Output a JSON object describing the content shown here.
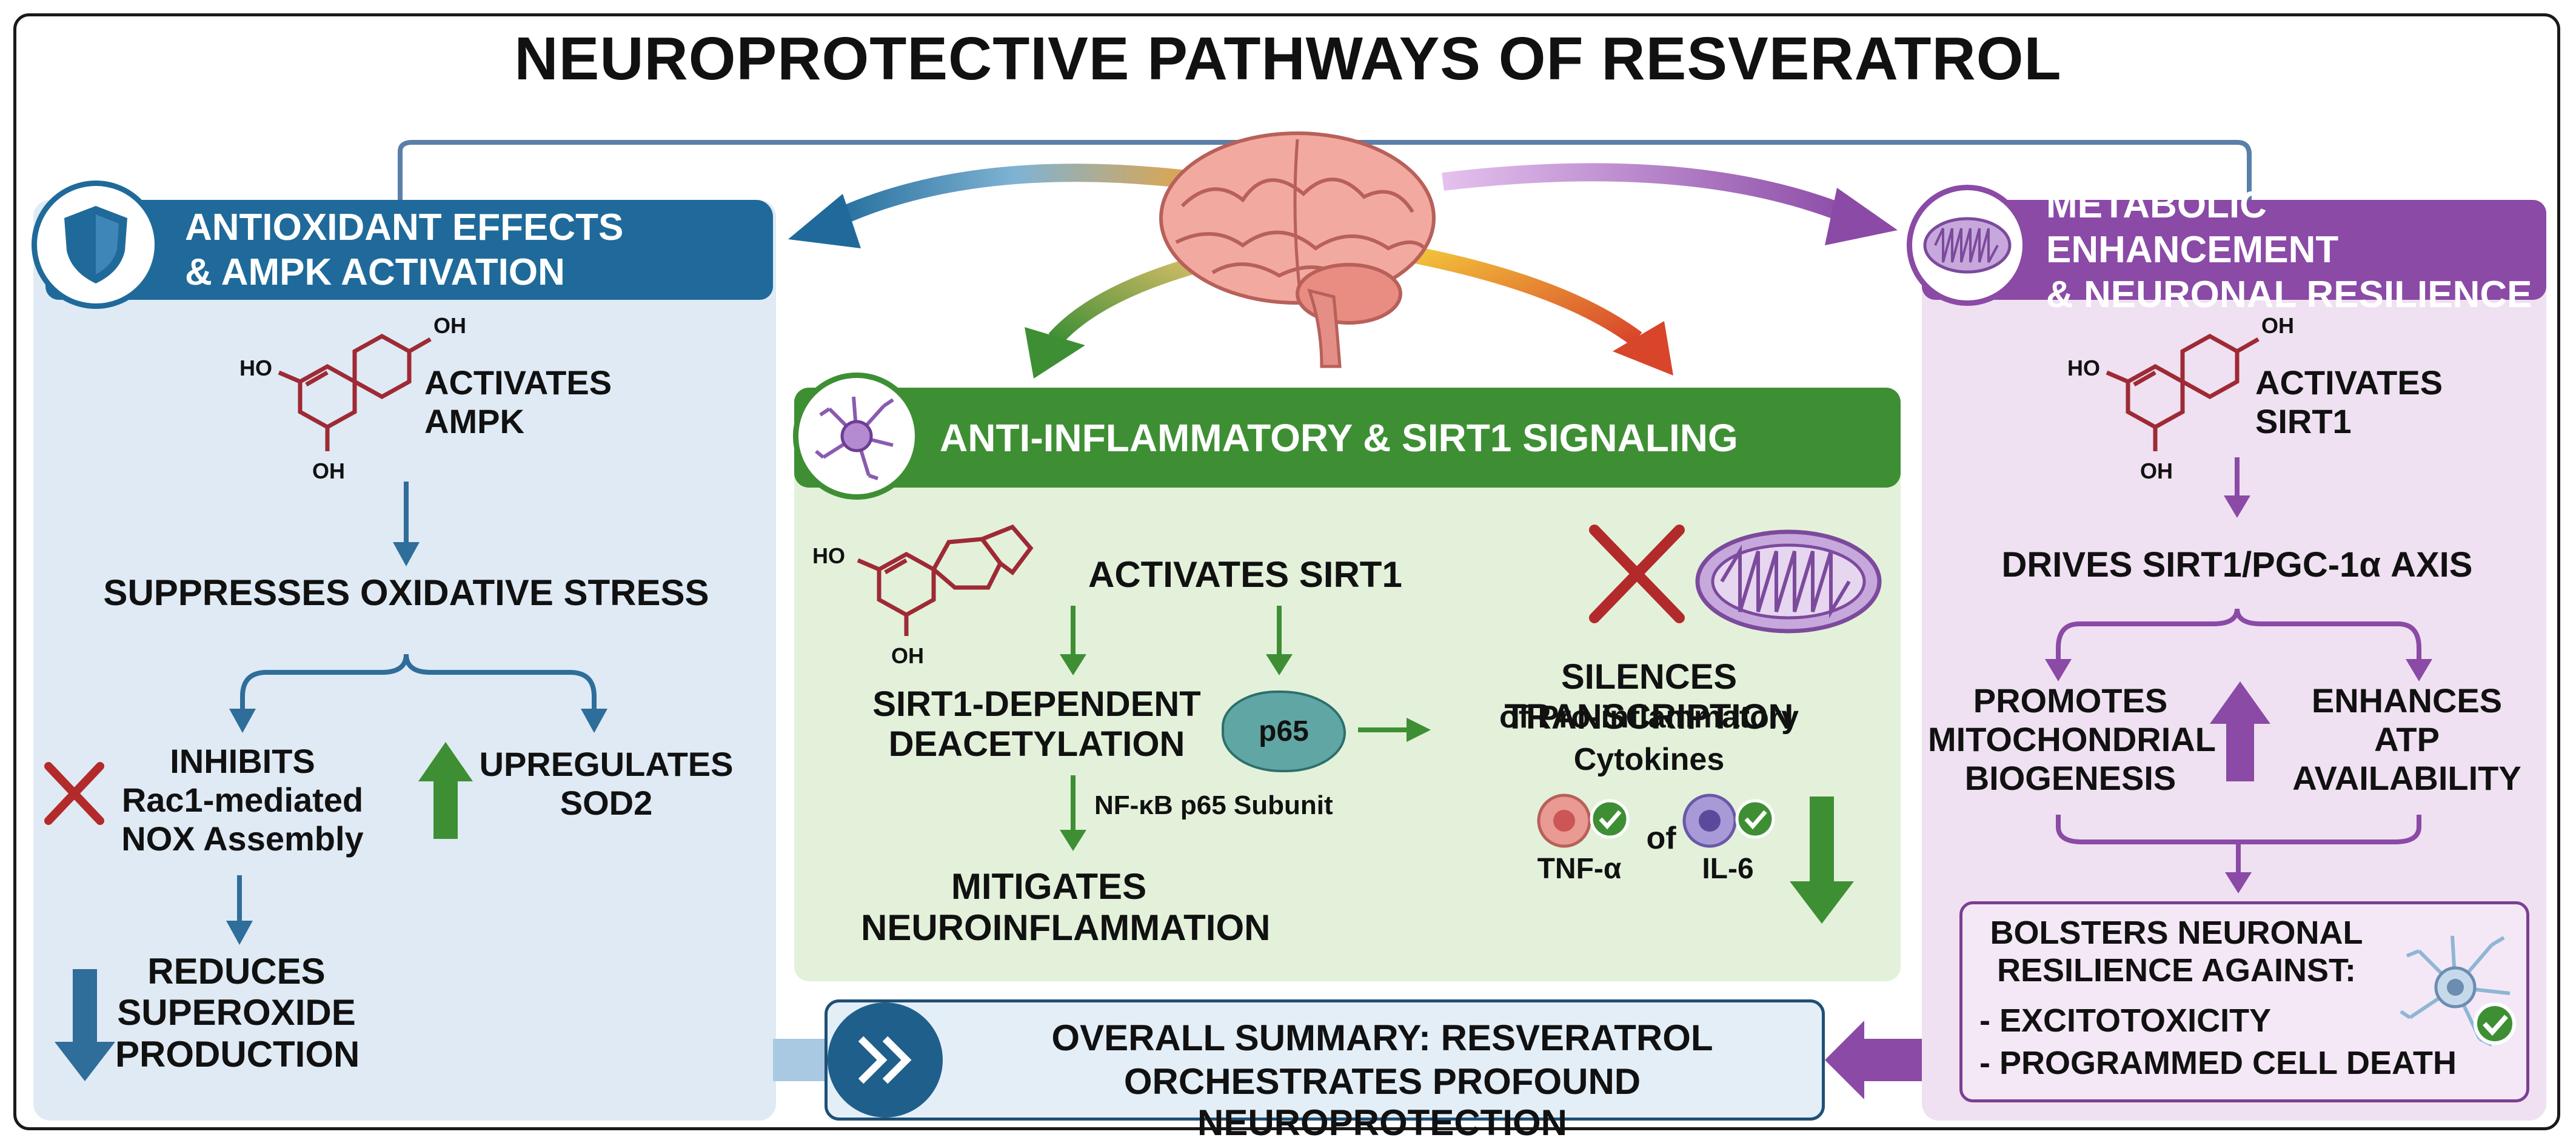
{
  "title": "NEUROPROTECTIVE PATHWAYS OF RESVERATROL",
  "left": {
    "header_line1": "ANTIOXIDANT EFFECTS",
    "header_line2": "& AMPK ACTIVATION",
    "activates": "ACTIVATES\nAMPK",
    "suppresses": "SUPPRESSES OXIDATIVE STRESS",
    "inhibits": "INHIBITS\nRac1-mediated\nNOX Assembly",
    "upregulates": "UPREGULATES\nSOD2",
    "reduces": "REDUCES\nSUPEROXIDE\nPRODUCTION",
    "mol_ho": "HO",
    "mol_oh_top": "OH",
    "mol_oh_bottom": "OH"
  },
  "middle": {
    "header": "ANTI-INFLAMMATORY & SIRT1 SIGNALING",
    "activates": "ACTIVATES SIRT1",
    "deacetylation": "SIRT1-DEPENDENT\nDEACETYLATION",
    "p65": "p65",
    "subunit": "NF-κB p65 Subunit",
    "mitigates": "MITIGATES\nNEUROINFLAMMATION",
    "silences_line1": "SILENCES TRANSCRIPTION",
    "silences_line2": "of Pro-inflammatory",
    "silences_line3": "Cytokines",
    "tnf": "TNF-α",
    "of": "of",
    "il6": "IL-6",
    "mol_ho": "HO",
    "mol_oh": "OH"
  },
  "right": {
    "header_line1": "METABOLIC ENHANCEMENT",
    "header_line2": "& NEURONAL RESILIENCE",
    "activates": "ACTIVATES\nSIRT1",
    "drives": "DRIVES SIRT1/PGC-1α AXIS",
    "promotes": "PROMOTES\nMITOCHONDRIAL\nBIOGENESIS",
    "enhances": "ENHANCES\nATP\nAVAILABILITY",
    "bolsters_title": "BOLSTERS NEURONAL\nRESILIENCE AGAINST:",
    "bolsters_items": [
      "- EXCITOTOXICITY",
      "- PROGRAMMED CELL DEATH"
    ],
    "mol_ho": "HO",
    "mol_oh_top": "OH",
    "mol_oh_bottom": "OH"
  },
  "summary": {
    "line1": "OVERALL SUMMARY: RESVERATROL",
    "line2": "ORCHESTRATES PROFOUND NEUROPROTECTION"
  },
  "colors": {
    "blue": "#1f6a9a",
    "green": "#3e8f34",
    "purple": "#8a4aa6",
    "red_x": "#b32a2a",
    "molecule": "#9e2a35"
  }
}
